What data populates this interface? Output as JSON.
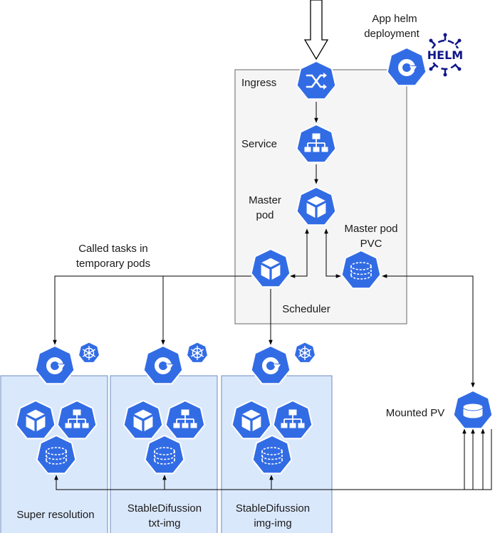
{
  "labels": {
    "app_helm_line1": "App helm",
    "app_helm_line2": "deployment",
    "helm_logo_text": "HELM",
    "ingress": "Ingress",
    "service": "Service",
    "master_pod_line1": "Master",
    "master_pod_line2": "pod",
    "master_pvc_line1": "Master pod",
    "master_pvc_line2": "PVC",
    "called_tasks_line1": "Called tasks in",
    "called_tasks_line2": "temporary pods",
    "scheduler": "Scheduler",
    "mounted_pv": "Mounted PV",
    "super_resolution": "Super resolution",
    "txt_img_line1": "StableDifussion",
    "txt_img_line2": "txt-img",
    "img_img_line1": "StableDifussion",
    "img_img_line2": "img-img"
  },
  "icons": {
    "ingress": "ingress-icon",
    "service": "service-icon",
    "pod": "pod-icon",
    "pvc": "pvc-icon",
    "deploy": "deployment-icon",
    "helm": "helm-icon",
    "k8s": "kubernetes-icon"
  },
  "colors": {
    "k8s_blue": "#326CE5",
    "cluster_fill": "#F5F5F5",
    "task_fill": "#DAE8FC",
    "task_stroke": "#6C8EBF",
    "helm_navy": "#0F1689"
  }
}
